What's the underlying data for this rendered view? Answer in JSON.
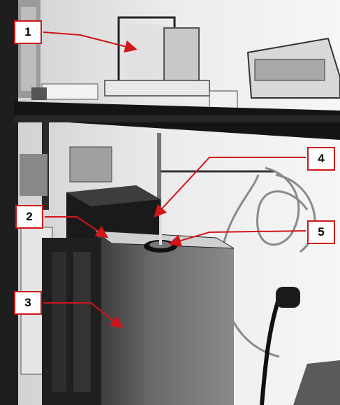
{
  "figure": {
    "description_colors": {
      "arrow": "#d0161b",
      "label_border": "#d0161b",
      "label_text": "#000000"
    },
    "labels": [
      "1",
      "2",
      "3",
      "4",
      "5"
    ]
  }
}
